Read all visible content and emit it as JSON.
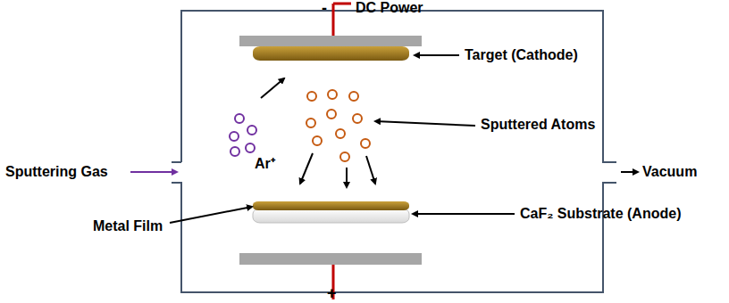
{
  "diagram": {
    "labels": [
      "DC Power",
      "-",
      "Target (Cathode)",
      "Sputtered Atoms",
      "Sputtering Gas",
      "Ar⁺",
      "Vacuum",
      "Metal Film",
      "CaF₂ Substrate (Anode)",
      "+"
    ]
  }
}
